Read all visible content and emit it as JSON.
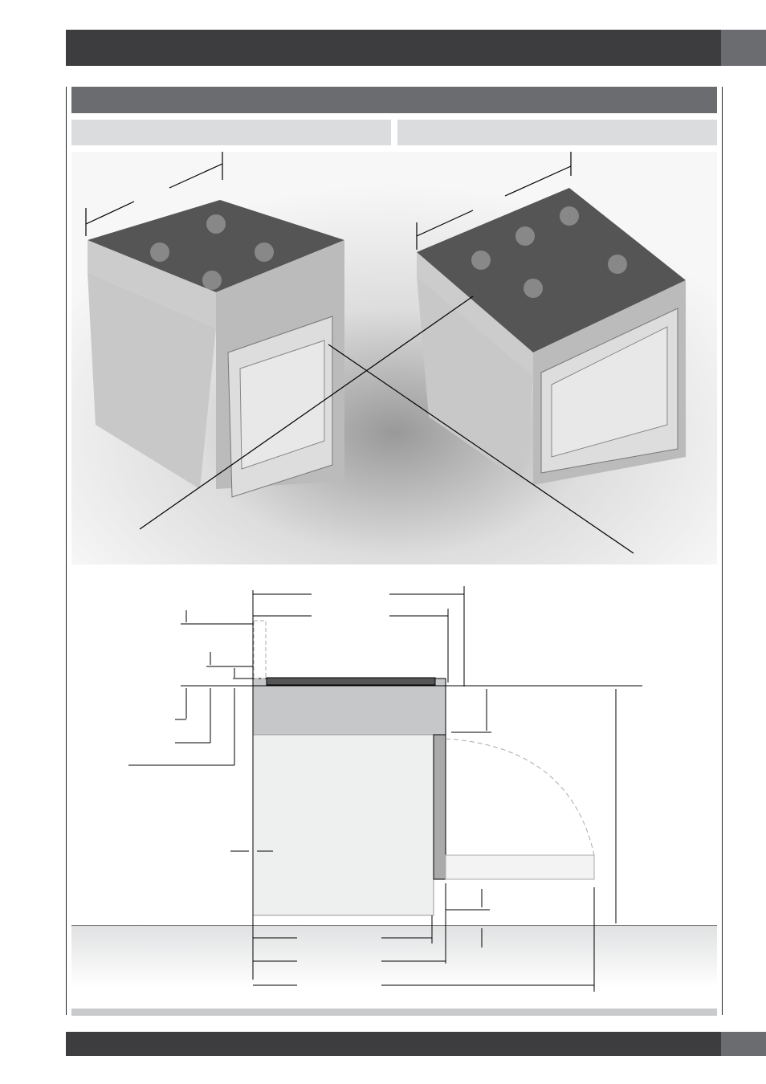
{
  "colors": {
    "header_dark": "#3d3d3f",
    "header_tab": "#6b6c70",
    "section_bar": "#6b6c70",
    "subheader": "#dbdcde",
    "photo_bg": "#f2f2f2",
    "floor": "#e3e4e5"
  },
  "figures": {
    "left": "range-4-burner",
    "right": "range-5-burner",
    "bottom": "side-view-dimension-drawing"
  }
}
